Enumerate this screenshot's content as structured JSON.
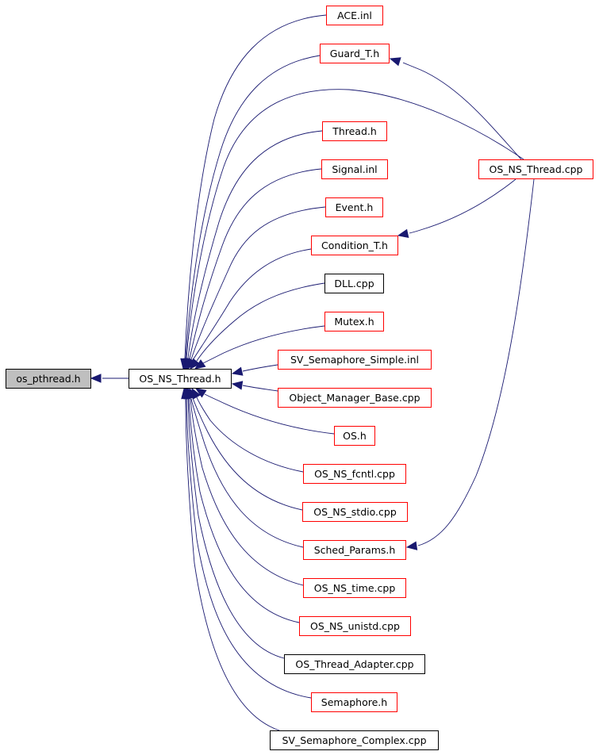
{
  "graph": {
    "root": {
      "id": "os_pthread",
      "label": "os_pthread.h",
      "kind": "root"
    },
    "nodes": [
      {
        "id": "os_pthread",
        "label": "os_pthread.h",
        "kind": "root"
      },
      {
        "id": "os_ns_thread_h",
        "label": "OS_NS_Thread.h",
        "kind": "plain"
      },
      {
        "id": "ace_inl",
        "label": "ACE.inl",
        "kind": "linked"
      },
      {
        "id": "guard_t_h",
        "label": "Guard_T.h",
        "kind": "linked"
      },
      {
        "id": "thread_h",
        "label": "Thread.h",
        "kind": "linked"
      },
      {
        "id": "signal_inl",
        "label": "Signal.inl",
        "kind": "linked"
      },
      {
        "id": "event_h",
        "label": "Event.h",
        "kind": "linked"
      },
      {
        "id": "condition_t_h",
        "label": "Condition_T.h",
        "kind": "linked"
      },
      {
        "id": "dll_cpp",
        "label": "DLL.cpp",
        "kind": "plain"
      },
      {
        "id": "mutex_h",
        "label": "Mutex.h",
        "kind": "linked"
      },
      {
        "id": "sv_semaphore_simple_inl",
        "label": "SV_Semaphore_Simple.inl",
        "kind": "linked"
      },
      {
        "id": "object_manager_base_cpp",
        "label": "Object_Manager_Base.cpp",
        "kind": "linked"
      },
      {
        "id": "os_h",
        "label": "OS.h",
        "kind": "linked"
      },
      {
        "id": "os_ns_fcntl_cpp",
        "label": "OS_NS_fcntl.cpp",
        "kind": "linked"
      },
      {
        "id": "os_ns_stdio_cpp",
        "label": "OS_NS_stdio.cpp",
        "kind": "linked"
      },
      {
        "id": "sched_params_h",
        "label": "Sched_Params.h",
        "kind": "linked"
      },
      {
        "id": "os_ns_time_cpp",
        "label": "OS_NS_time.cpp",
        "kind": "linked"
      },
      {
        "id": "os_ns_unistd_cpp",
        "label": "OS_NS_unistd.cpp",
        "kind": "linked"
      },
      {
        "id": "os_thread_adapter_cpp",
        "label": "OS_Thread_Adapter.cpp",
        "kind": "plain"
      },
      {
        "id": "semaphore_h",
        "label": "Semaphore.h",
        "kind": "linked"
      },
      {
        "id": "sv_semaphore_complex_cpp",
        "label": "SV_Semaphore_Complex.cpp",
        "kind": "plain"
      },
      {
        "id": "os_ns_thread_cpp",
        "label": "OS_NS_Thread.cpp",
        "kind": "linked"
      }
    ],
    "edges": [
      {
        "from": "os_ns_thread_h",
        "to": "os_pthread"
      },
      {
        "from": "ace_inl",
        "to": "os_ns_thread_h"
      },
      {
        "from": "guard_t_h",
        "to": "os_ns_thread_h"
      },
      {
        "from": "os_ns_thread_cpp",
        "to": "os_ns_thread_h"
      },
      {
        "from": "thread_h",
        "to": "os_ns_thread_h"
      },
      {
        "from": "signal_inl",
        "to": "os_ns_thread_h"
      },
      {
        "from": "event_h",
        "to": "os_ns_thread_h"
      },
      {
        "from": "condition_t_h",
        "to": "os_ns_thread_h"
      },
      {
        "from": "dll_cpp",
        "to": "os_ns_thread_h"
      },
      {
        "from": "mutex_h",
        "to": "os_ns_thread_h"
      },
      {
        "from": "sv_semaphore_simple_inl",
        "to": "os_ns_thread_h"
      },
      {
        "from": "object_manager_base_cpp",
        "to": "os_ns_thread_h"
      },
      {
        "from": "os_h",
        "to": "os_ns_thread_h"
      },
      {
        "from": "os_ns_fcntl_cpp",
        "to": "os_ns_thread_h"
      },
      {
        "from": "os_ns_stdio_cpp",
        "to": "os_ns_thread_h"
      },
      {
        "from": "sched_params_h",
        "to": "os_ns_thread_h"
      },
      {
        "from": "os_ns_time_cpp",
        "to": "os_ns_thread_h"
      },
      {
        "from": "os_ns_unistd_cpp",
        "to": "os_ns_thread_h"
      },
      {
        "from": "os_thread_adapter_cpp",
        "to": "os_ns_thread_h"
      },
      {
        "from": "semaphore_h",
        "to": "os_ns_thread_h"
      },
      {
        "from": "sv_semaphore_complex_cpp",
        "to": "os_ns_thread_h"
      },
      {
        "from": "os_ns_thread_cpp",
        "to": "guard_t_h"
      },
      {
        "from": "os_ns_thread_cpp",
        "to": "condition_t_h"
      },
      {
        "from": "os_ns_thread_cpp",
        "to": "sched_params_h"
      }
    ]
  },
  "colors": {
    "edge": "#191970",
    "root_fill": "#bfbfbf",
    "root_border": "#000000",
    "linked_border": "#ff0000",
    "plain_border": "#000000"
  }
}
